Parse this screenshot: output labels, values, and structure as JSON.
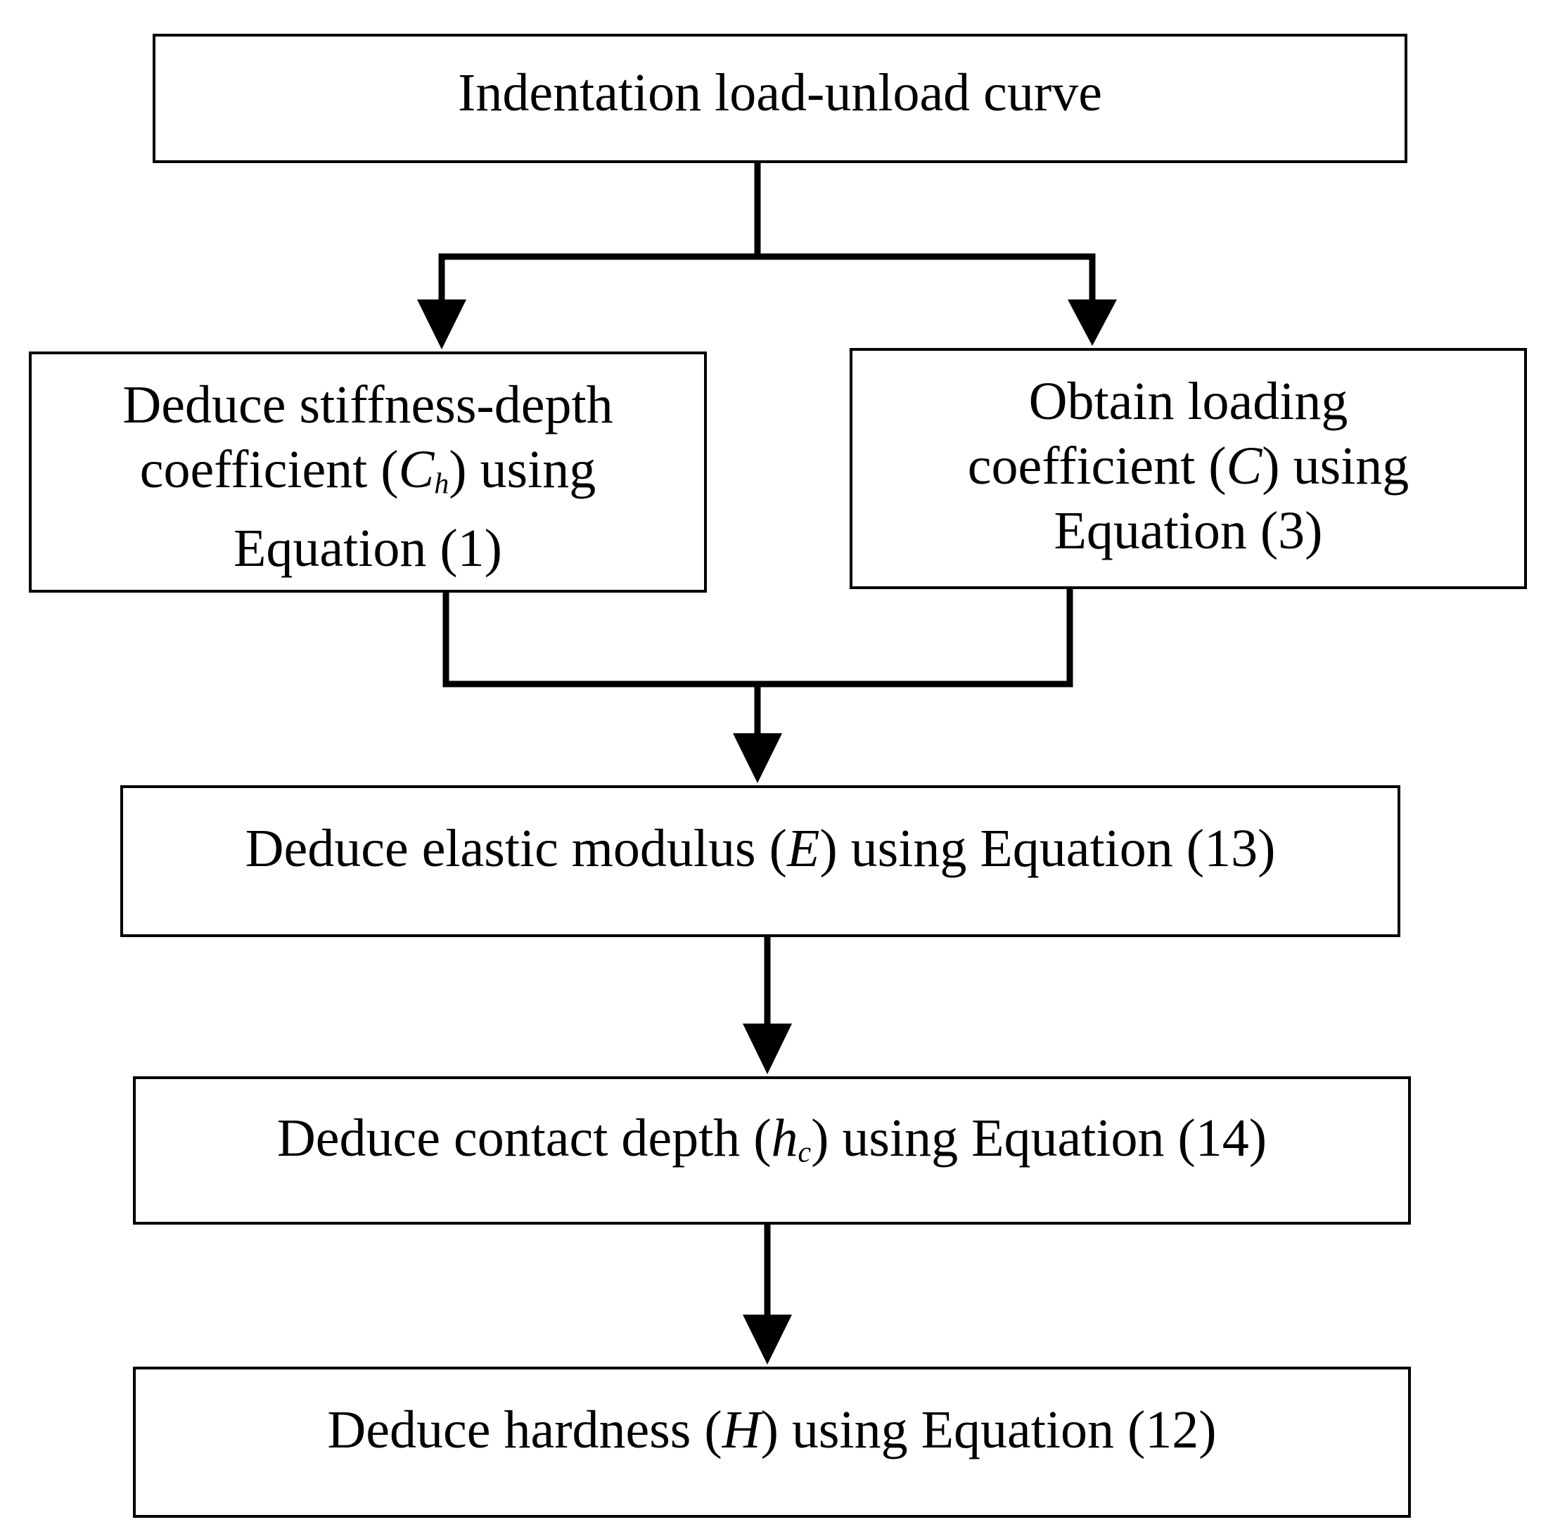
{
  "nodes": {
    "load_unload": {
      "line1": "Indentation load-unload curve"
    },
    "stiffness": {
      "line1": "Deduce stiffness-depth",
      "line2_pre": "coefficient (",
      "line2_sym": "C",
      "line2_sub": "h",
      "line2_post": ") using",
      "line3": "Equation (1)"
    },
    "loading": {
      "line1": "Obtain loading",
      "line2_pre": "coefficient (",
      "line2_sym": "C",
      "line2_post": ") using",
      "line3": "Equation (3)"
    },
    "elastic": {
      "pre": "Deduce elastic modulus (",
      "sym": "E",
      "post": ") using Equation (13)"
    },
    "contact": {
      "pre": "Deduce contact depth (",
      "sym": "h",
      "sub": "c",
      "post": ") using Equation (14)"
    },
    "hardness": {
      "pre": "Deduce hardness (",
      "sym": "H",
      "post": ") using Equation (12)"
    }
  },
  "edges": [
    [
      "load_unload",
      "stiffness"
    ],
    [
      "load_unload",
      "loading"
    ],
    [
      "stiffness",
      "elastic"
    ],
    [
      "loading",
      "elastic"
    ],
    [
      "elastic",
      "contact"
    ],
    [
      "contact",
      "hardness"
    ]
  ]
}
